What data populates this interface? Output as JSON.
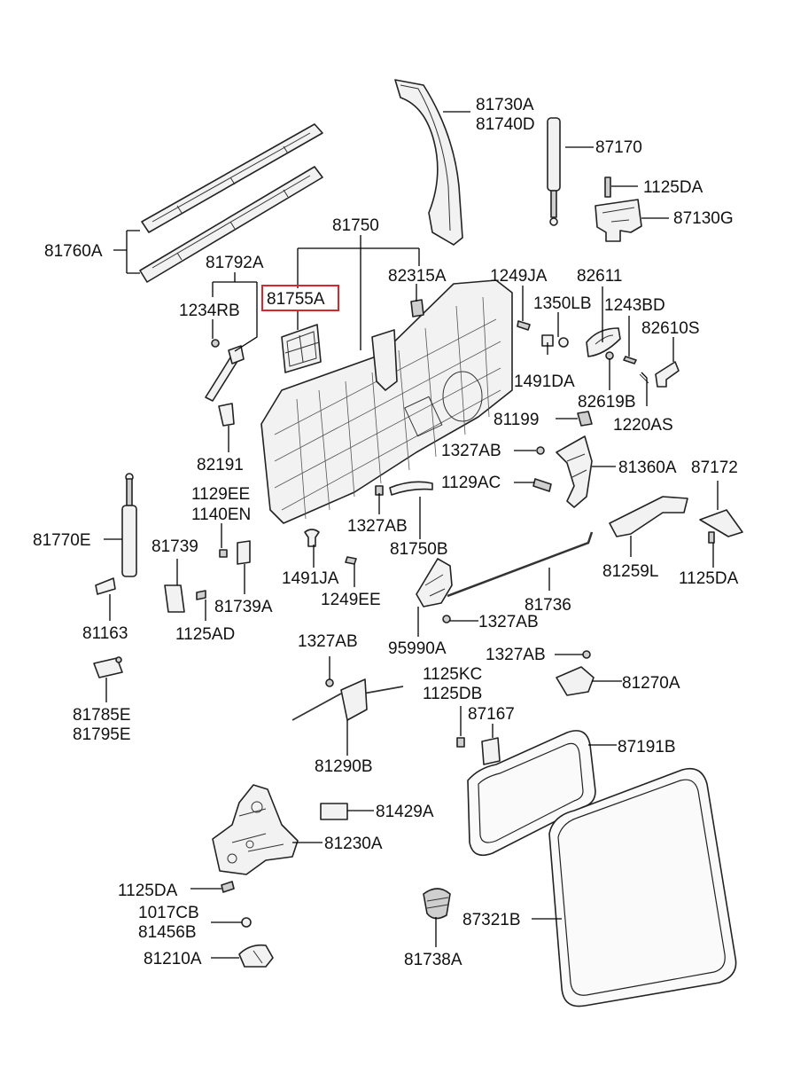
{
  "labels": {
    "l81730A": "81730A",
    "l81740D": "81740D",
    "l87170": "87170",
    "l1125DA_a": "1125DA",
    "l87130G": "87130G",
    "l81760A": "81760A",
    "l81750": "81750",
    "l81792A": "81792A",
    "l81755A": "81755A",
    "l82315A": "82315A",
    "l1249JA": "1249JA",
    "l82611": "82611",
    "l1234RB": "1234RB",
    "l1350LB": "1350LB",
    "l1243BD": "1243BD",
    "l82610S": "82610S",
    "l1491DA_a": "1491DA",
    "l82619B": "82619B",
    "l81199": "81199",
    "l1220AS": "1220AS",
    "l82191": "82191",
    "l1327AB_a": "1327AB",
    "l81360A": "81360A",
    "l87172": "87172",
    "l1129EE": "1129EE",
    "l1140EN": "1140EN",
    "l1129AC": "1129AC",
    "l81770E": "81770E",
    "l1327AB_b": "1327AB",
    "l81739": "81739",
    "l81750B": "81750B",
    "l81259L": "81259L",
    "l1125DA_b": "1125DA",
    "l1491JA": "1491JA",
    "l81736": "81736",
    "l81163": "81163",
    "l81739A": "81739A",
    "l1249EE": "1249EE",
    "l1327AB_c": "1327AB",
    "l1125AD": "1125AD",
    "l95990A": "95990A",
    "l1327AB_d": "1327AB",
    "l1327AB_e": "1327AB",
    "l81270A": "81270A",
    "l1125KC": "1125KC",
    "l1125DB": "1125DB",
    "l81785E": "81785E",
    "l81795E": "81795E",
    "l87167": "87167",
    "l81290B": "81290B",
    "l87191B": "87191B",
    "l81429A": "81429A",
    "l81230A": "81230A",
    "l1125DA_c": "1125DA",
    "l1017CB": "1017CB",
    "l87321B": "87321B",
    "l81456B": "81456B",
    "l81738A": "81738A",
    "l81210A": "81210A"
  },
  "highlight": {
    "part": "81755A",
    "color": "#d9262c"
  }
}
